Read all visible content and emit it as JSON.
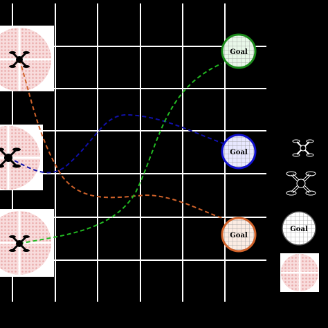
{
  "goals": [
    {
      "label": "Goal",
      "color": "#1a8a1a",
      "fill": "#e8f7e8"
    },
    {
      "label": "Goal",
      "color": "#1010cc",
      "fill": "#e8e8ff"
    },
    {
      "label": "Goal",
      "color": "#d0622a",
      "fill": "#fbece3"
    }
  ],
  "legend": {
    "goal_label": "Goal",
    "items": [
      "drone-outline",
      "drone-outline-large",
      "goal-marker",
      "safety-zone"
    ]
  },
  "paths": [
    {
      "from": "drone-top",
      "to": "goal-bottom",
      "color": "#d0622a",
      "style": "dashed"
    },
    {
      "from": "drone-middle",
      "to": "goal-middle",
      "color": "#1010aa",
      "style": "dashed"
    },
    {
      "from": "drone-bottom",
      "to": "goal-top",
      "color": "#22bb22",
      "style": "dashed"
    }
  ],
  "colors": {
    "background": "#000000",
    "grid": "#ffffff",
    "zone_fill": "#f6d2d2",
    "zone_dot": "#e8a8a8"
  }
}
